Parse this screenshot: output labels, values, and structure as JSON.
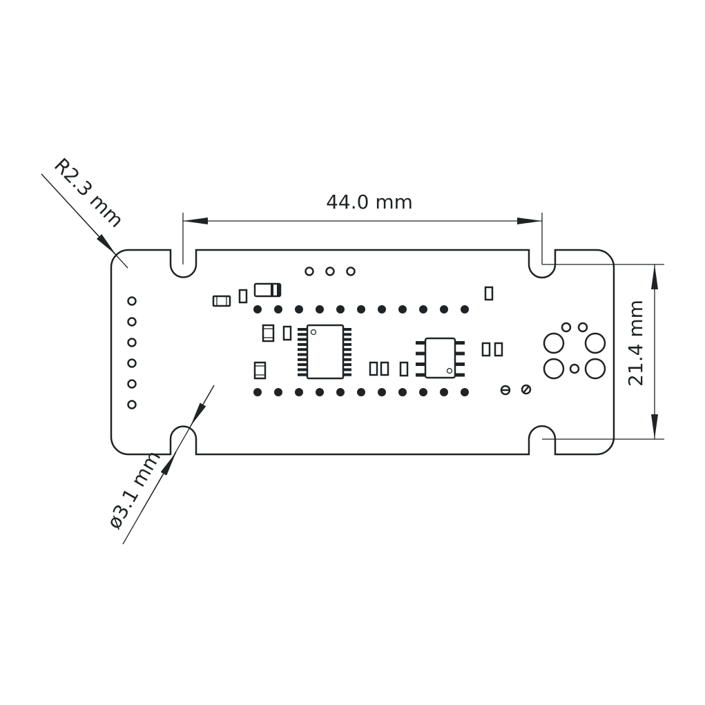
{
  "dimensions": {
    "width_label": "44.0 mm",
    "height_label": "21.4 mm",
    "corner_radius_label": "R2.3 mm",
    "hole_diameter_label": "ø3.1 mm"
  },
  "colors": {
    "line": "#1f2326",
    "background": "#ffffff"
  }
}
